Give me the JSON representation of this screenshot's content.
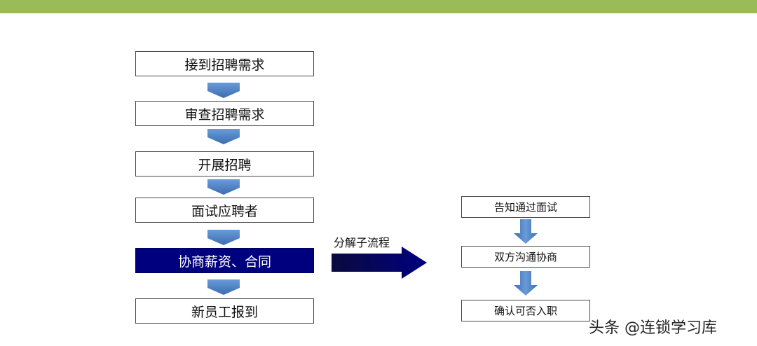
{
  "main_flow": {
    "steps": [
      {
        "label": "接到招聘需求",
        "highlight": false
      },
      {
        "label": "审查招聘需求",
        "highlight": false
      },
      {
        "label": "开展招聘",
        "highlight": false
      },
      {
        "label": "面试应聘者",
        "highlight": false
      },
      {
        "label": "协商薪资、合同",
        "highlight": true
      },
      {
        "label": "新员工报到",
        "highlight": false
      }
    ]
  },
  "branch": {
    "label": "分解子流程"
  },
  "sub_flow": {
    "steps": [
      {
        "label": "告知通过面试"
      },
      {
        "label": "双方沟通协商"
      },
      {
        "label": "确认可否入职"
      }
    ]
  },
  "watermark": "头条 @连锁学习库",
  "colors": {
    "top_bar": "#9bbb59",
    "highlight_box": "#00007f",
    "arrow_blue": "#4f81bd",
    "branch_arrow": "#00007f"
  }
}
